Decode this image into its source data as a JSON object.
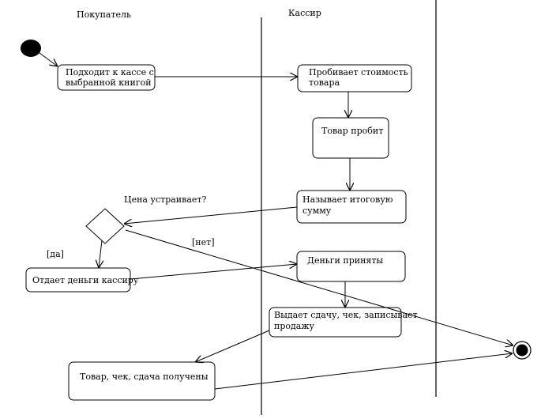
{
  "swimlanes": {
    "customer": "Покупатель",
    "cashier": "Кассир"
  },
  "actions": {
    "approach": [
      "Подходит к кассе с",
      "выбранной книгой"
    ],
    "ring_up": [
      "Пробивает стоимость",
      "товара"
    ],
    "item_rung": [
      "Товар пробит"
    ],
    "tell_total": [
      "Называет итоговую",
      "сумму"
    ],
    "pay": [
      "Отдает деньги кассиру"
    ],
    "money_taken": [
      "Деньги приняты"
    ],
    "give_change": [
      "Выдает сдачу, чек, записывает",
      "продажу"
    ],
    "received": [
      "Товар, чек, сдача получены"
    ]
  },
  "decision": {
    "question": "Цена устраивает?",
    "yes": "[да]",
    "no": "[нет]"
  }
}
